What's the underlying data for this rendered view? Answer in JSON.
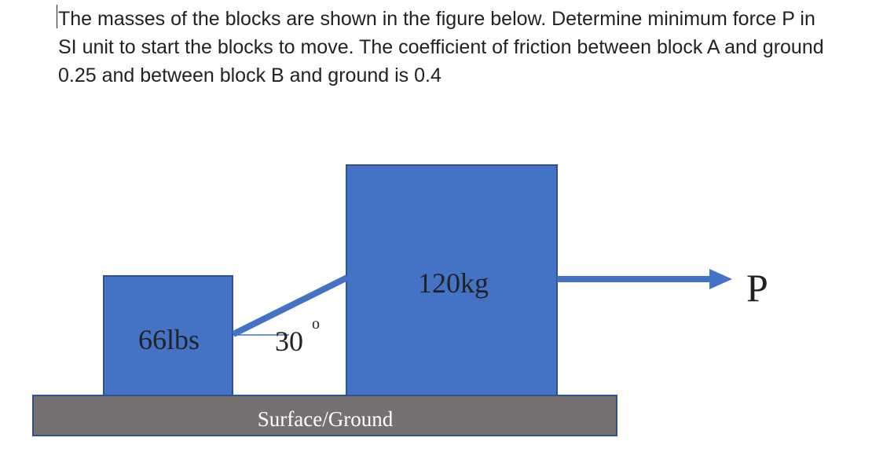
{
  "problem": {
    "text": "The masses of the blocks are shown in the figure below. Determine minimum force P in SI unit to start the blocks to move. The coefficient of friction between block A and ground 0.25 and between block B and ground is 0.4"
  },
  "diagram": {
    "block_a_label": "66lbs",
    "block_b_label": "120kg",
    "angle_value": "30",
    "angle_unit": "o",
    "force_label": "P",
    "ground_label": "Surface/Ground"
  },
  "colors": {
    "block_fill": "#4472c4",
    "block_stroke": "#2f528f",
    "ground_fill": "#767171",
    "arrow": "#4472c4"
  }
}
